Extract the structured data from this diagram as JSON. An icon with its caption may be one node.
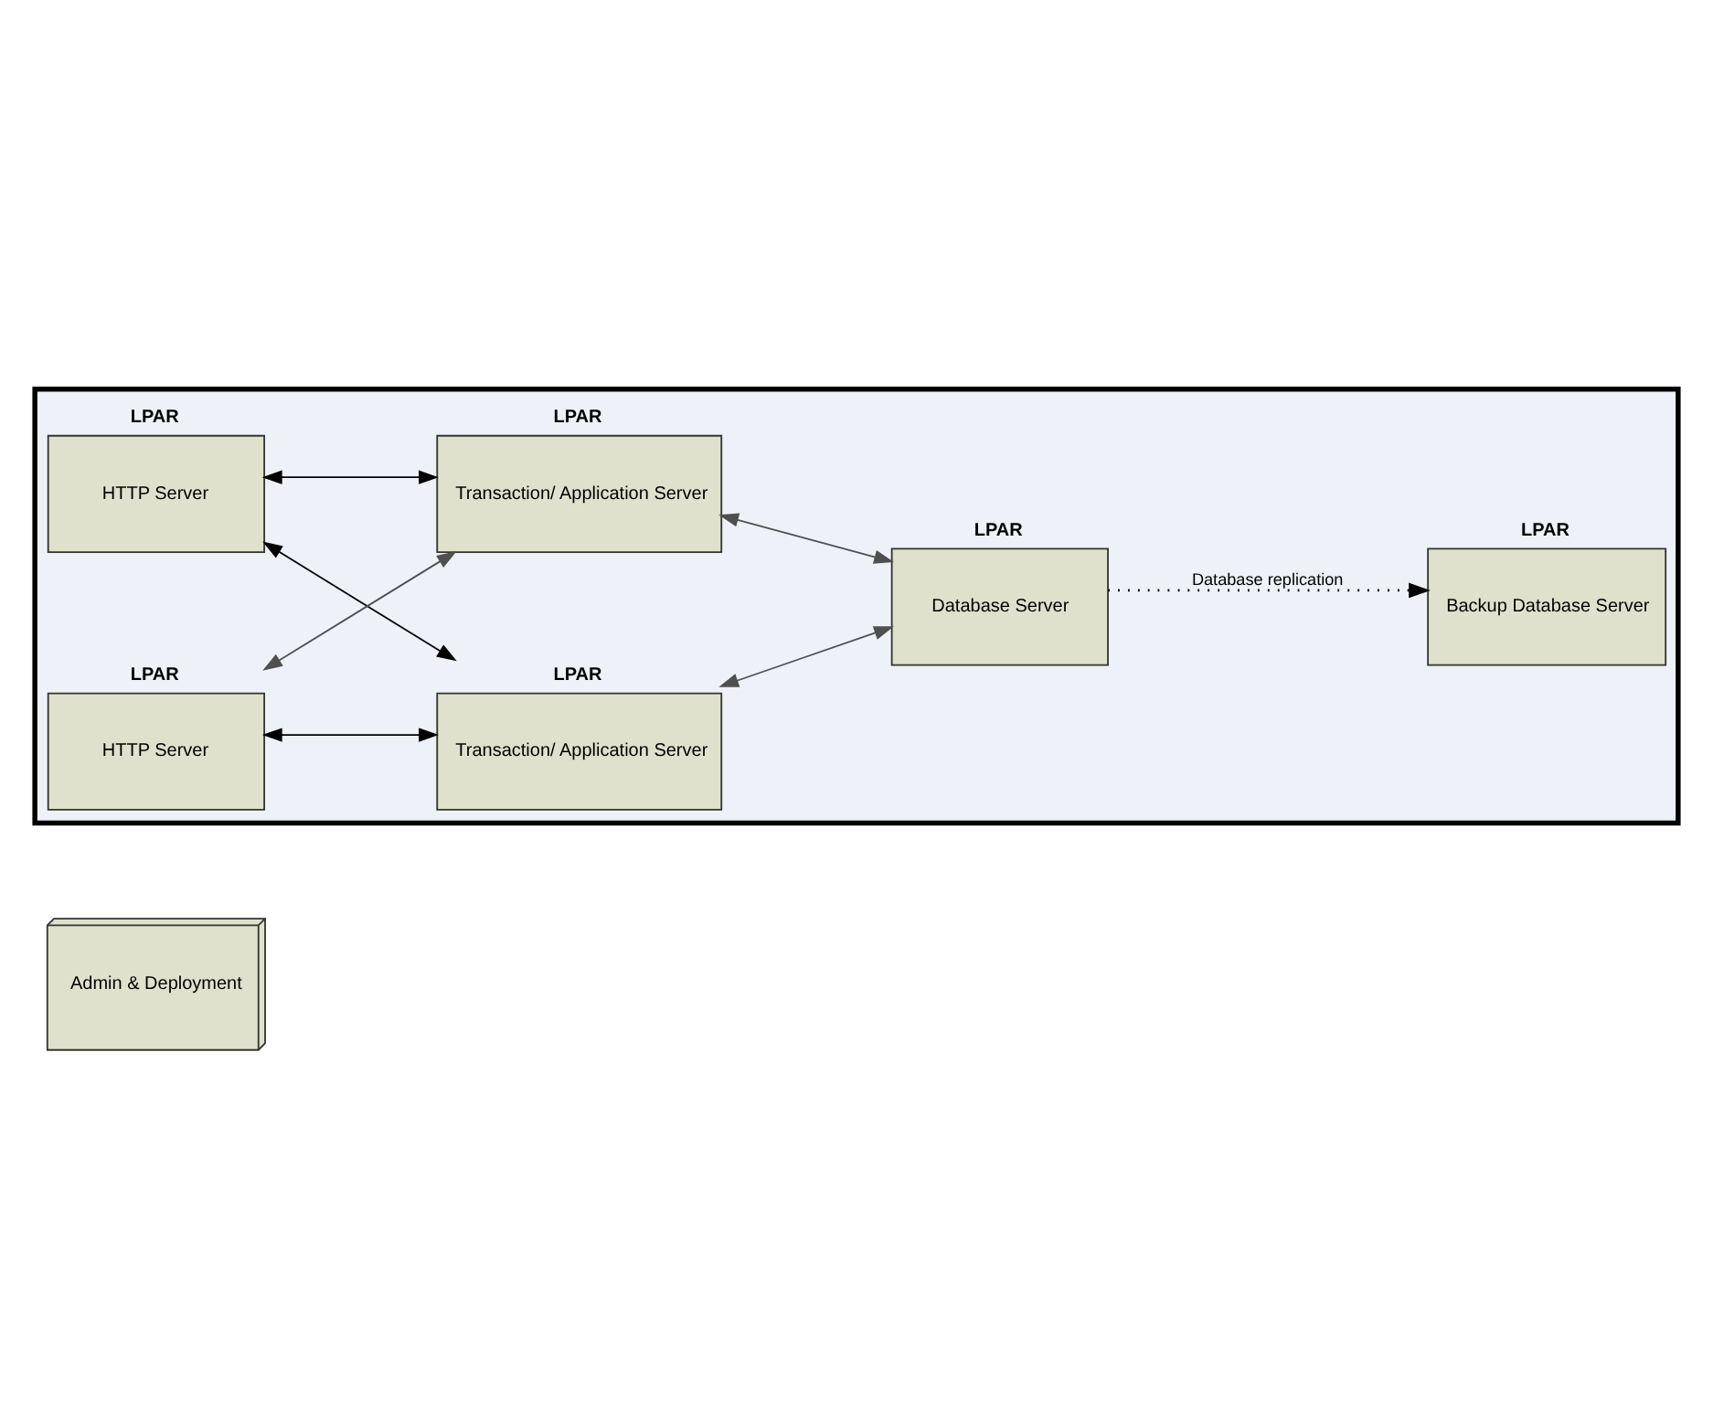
{
  "diagram": {
    "nodes": [
      {
        "text": [
          "Admin & Deployment"
        ]
      },
      {
        "text": [],
        "shape": "box"
      },
      {
        "text": [
          "HTTP Server"
        ],
        "in": 1,
        "beside": [
          "LPAR"
        ]
      },
      {
        "text": [
          "Transaction/ Application Server"
        ],
        "in": 1,
        "beside": [
          "LPAR"
        ]
      },
      {
        "text": [
          "Database Server"
        ],
        "in": 1,
        "beside": [
          "LPAR"
        ]
      },
      {
        "text": [
          "HTTP Server"
        ],
        "in": 1,
        "beside": [
          "LPAR"
        ]
      },
      {
        "text": [
          "Transaction/ Application Server"
        ],
        "in": 1,
        "beside": [
          "LPAR"
        ]
      },
      {
        "text": [
          "Backup Database Server"
        ],
        "in": 1,
        "beside": [
          "LPAR"
        ]
      }
    ],
    "edges": [
      {
        "from": 2,
        "to": 3,
        "arrow": "both"
      },
      {
        "from": 2,
        "to": 6,
        "arrow": "both"
      },
      {
        "from": 5,
        "to": 3,
        "arrow": "both"
      },
      {
        "from": 5,
        "to": 6,
        "arrow": "both",
        "color": "#505050"
      },
      {
        "from": 3,
        "to": 4,
        "arrow": "both",
        "color": "#505050"
      },
      {
        "from": 6,
        "to": 4,
        "arrow": "both",
        "color": "#505050"
      },
      {
        "from": 4,
        "to": 7,
        "arrow": "to",
        "style": "dashed",
        "label": "Database replication"
      }
    ]
  }
}
